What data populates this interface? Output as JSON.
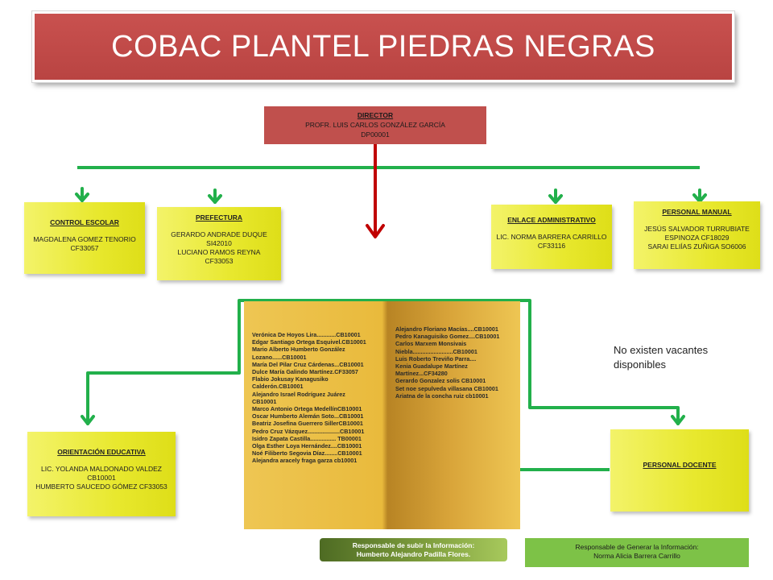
{
  "title": "COBAC  PLANTEL PIEDRAS NEGRAS",
  "director": {
    "title": "DIRECTOR",
    "name": "PROFR. LUIS CARLOS GONZÁLEZ GARCÍA",
    "code": "DP00001"
  },
  "control_escolar": {
    "title": "CONTROL ESCOLAR",
    "lines": [
      "MAGDALENA GOMEZ TENORIO",
      "CF33057"
    ]
  },
  "prefectura": {
    "title": "PREFECTURA",
    "lines": [
      "GERARDO ANDRADE DUQUE",
      "SI42010",
      "LUCIANO RAMOS  REYNA",
      "CF33053"
    ]
  },
  "enlace_administrativo": {
    "title": "ENLACE ADMINISTRATIVO",
    "lines": [
      "LIC. NORMA BARRERA CARRILLO",
      "CF33116"
    ]
  },
  "personal_manual": {
    "title": "PERSONAL MANUAL",
    "lines": [
      "JESÚS SALVADOR TURRUBIATE",
      "ESPINOZA  CF18029",
      "SARAI ELIÍAS ZUÑIGA  SO6006"
    ]
  },
  "orientacion_educativa": {
    "title": "ORIENTACIÓN EDUCATIVA",
    "lines": [
      "LIC. YOLANDA MALDONADO VALDEZ",
      "CB10001",
      "HUMBERTO SAUCEDO GÓMEZ  CF33053"
    ]
  },
  "personal_docente": {
    "title": "PERSONAL DOCENTE"
  },
  "staff_left": [
    "Verónica De Hoyos Lira............CB10001",
    "Edgar Santiago Ortega Esquivel.CB10001",
    "Mario Alberto Humberto González",
    "Lozano......CB10001",
    "María Del Pilar Cruz Cárdenas...CB10001",
    "Dulce María Galindo Martínez.CF33057",
    "Flabio Jokusay Kanagusiko",
    "Calderón.CB10001",
    "Alejandro Israel Rodríguez Juárez",
    "CB10001",
    "Marco Antonio Ortega MedellínCB10001",
    "Oscar Humberto Alemán Soto...CB10001",
    "Beatriz Josefina Guerrero SillerCB10001",
    "Pedro Cruz Vázquez....................CB10001",
    "Isidro Zapata Castilla................  TB00001",
    "Olga Esther Loya Hernández....CB10001",
    "Noé Filiberto Segovia Díaz........CB10001",
    "Alejandra aracely fraga garza cb10001"
  ],
  "staff_right": [
    "Alejandro Floriano Macías....CB10001",
    "Pedro Kanaguisiko  Gomez....CB10001",
    "Carlos Marxem Monsivais",
    "Niebla.........................CB10001",
    "Luis Roberto Treviño Parra....",
    "Kenia Guadalupe Martínez",
    "           Martínez...CF34280",
    "Gerardo Gonzalez solis CB10001",
    "Set noe sepulveda villasana  CB10001",
    "Ariatna  de la concha ruiz cb10001"
  ],
  "no_vacantes": "No existen vacantes disponibles",
  "responsable_subir": {
    "label": "Responsable de subir la Información:",
    "name": "Humberto Alejandro Padilla Flores."
  },
  "responsable_generar": {
    "label": "Responsable de Generar la Información:",
    "name": "Norma Alicia Barrera Carrillo"
  },
  "colors": {
    "title_bg": "#c0504d",
    "director_bg": "#c0504d",
    "box_yellow": "#eded3a",
    "connector_green": "#22b04b",
    "director_arrow": "#c00000",
    "panel_gold": "#e9ba3c"
  }
}
